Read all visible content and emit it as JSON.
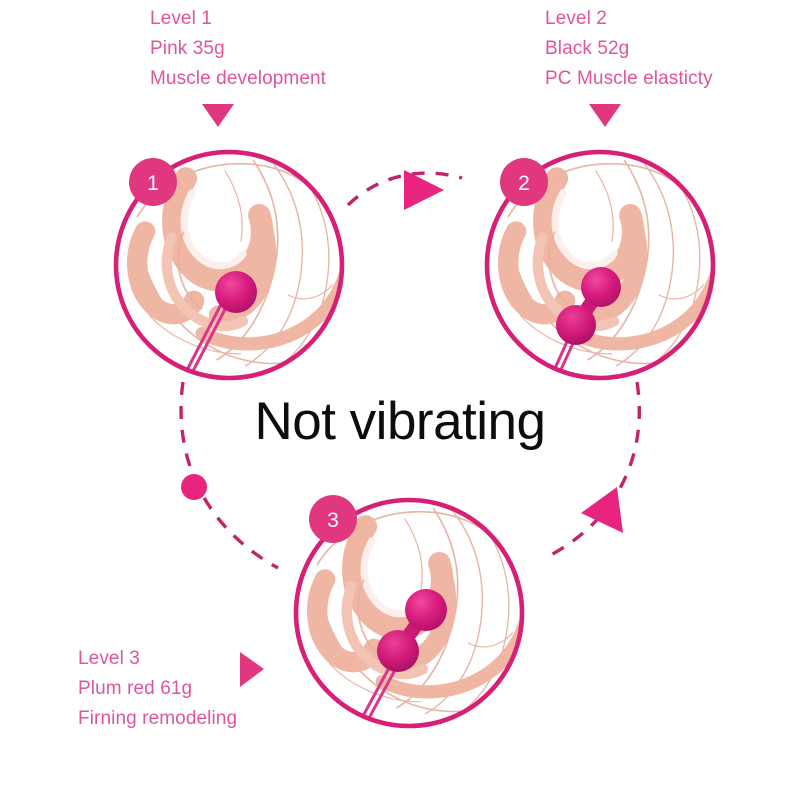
{
  "page": {
    "background_color": "#ffffff",
    "center_label": "Not vibrating",
    "center_label_color": "#0d0d0d",
    "accent_pink": "#e0377f",
    "text_pink": "#e0559a",
    "anatomy_fill": "#f3bfae",
    "anatomy_stroke": "#e0a593",
    "ball_color": "#d61f7f"
  },
  "levels": [
    {
      "id": "level-1",
      "title": "Level 1",
      "weight": "Pink 35g",
      "benefit": "Muscle development",
      "marker": "triangle-down",
      "badge": "1",
      "ball_count": 1
    },
    {
      "id": "level-2",
      "title": "Level 2",
      "weight": "Black 52g",
      "benefit": "PC Muscle elasticty",
      "marker": "triangle-down",
      "badge": "2",
      "ball_count": 2
    },
    {
      "id": "level-3",
      "title": "Level 3",
      "weight": "Plum red 61g",
      "benefit": "Firning remodeling",
      "marker": "triangle-right",
      "badge": "3",
      "ball_count": 2
    }
  ],
  "flow": {
    "arrow_1_to_2": "dashed-arc-arrow-right",
    "arrow_2_to_3": "dashed-arc-arrow-down-left",
    "arrow_3_to_1": "dashed-arc-with-dot"
  }
}
